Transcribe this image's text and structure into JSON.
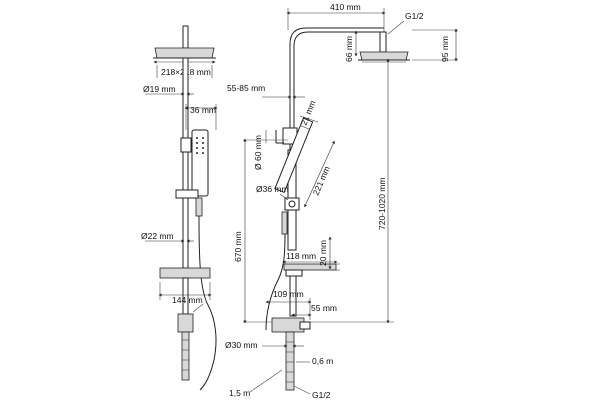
{
  "labels": {
    "width_top": "410 mm",
    "pipe_thread": "G1/2",
    "head_offset": "66 mm",
    "head_height": "95 mm",
    "head_size": "218×218 mm",
    "pipe_dia": "Ø19 mm",
    "holder_width": "36 mm",
    "bar_offset": "55-85 mm",
    "handset_width": "21 mm",
    "holder_dia": "Ø 60 mm",
    "handset_length": "221 mm",
    "handset_dia": "Ø36 mm",
    "total_height": "720-1020 mm",
    "rail_height": "670 mm",
    "lower_pipe_dia": "Ø22 mm",
    "shelf_depth": "118 mm",
    "shelf_height": "20 mm",
    "shelf_width": "144 mm",
    "mixer_width": "109 mm",
    "mixer_offset": "55 mm",
    "inlet_dia": "Ø30 mm",
    "hose_short": "0,6 m",
    "hose_long": "1,5 m",
    "inlet_thread": "G1/2"
  }
}
